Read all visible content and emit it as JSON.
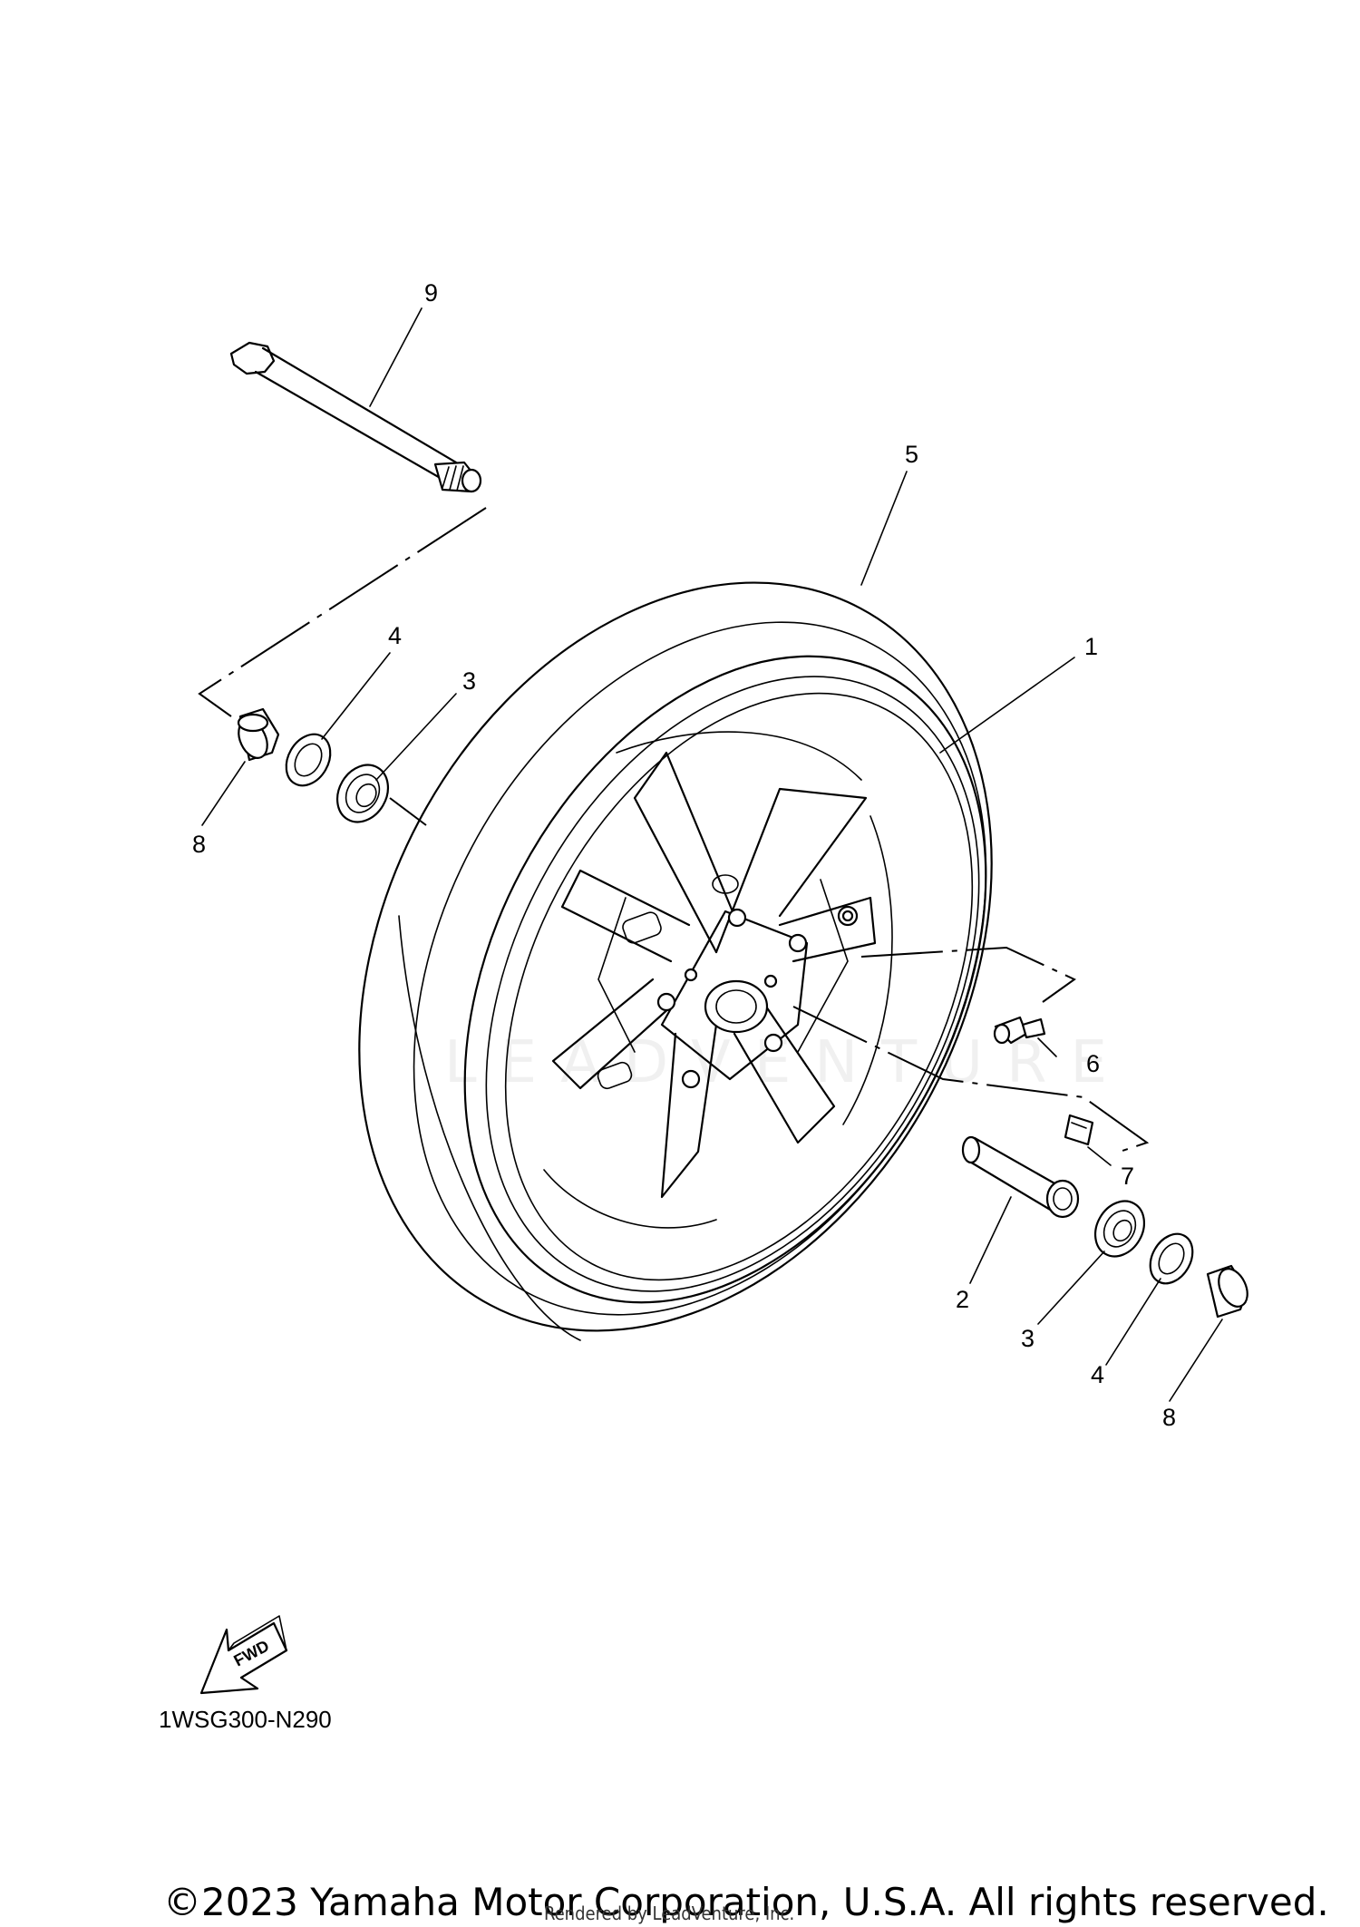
{
  "diagram": {
    "callouts": [
      {
        "id": "c9",
        "number": "9"
      },
      {
        "id": "c5",
        "number": "5"
      },
      {
        "id": "c4a",
        "number": "4"
      },
      {
        "id": "c3a",
        "number": "3"
      },
      {
        "id": "c1",
        "number": "1"
      },
      {
        "id": "c8a",
        "number": "8"
      },
      {
        "id": "c6",
        "number": "6"
      },
      {
        "id": "c7",
        "number": "7"
      },
      {
        "id": "c2",
        "number": "2"
      },
      {
        "id": "c3b",
        "number": "3"
      },
      {
        "id": "c4b",
        "number": "4"
      },
      {
        "id": "c8b",
        "number": "8"
      }
    ],
    "direction_label": "FWD",
    "diagram_code": "1WSG300-N290",
    "watermark": "LEADVENTURE"
  },
  "footer": {
    "copyright": "©2023 Yamaha Motor Corporation, U.S.A. All rights reserved.",
    "rendered_by": "Rendered by LeadVenture, Inc."
  }
}
